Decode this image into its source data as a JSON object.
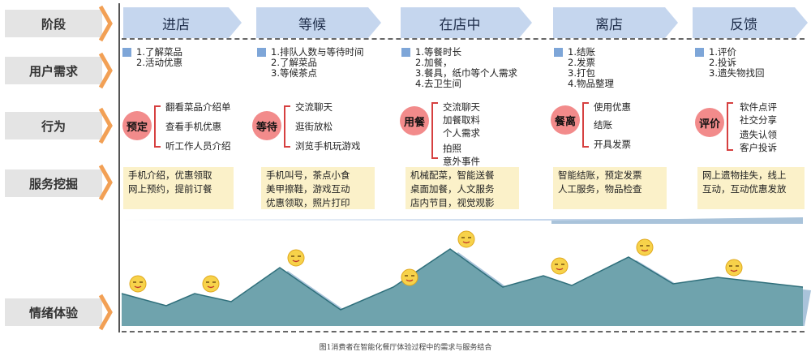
{
  "row_labels": {
    "stage": "阶段",
    "needs": "用户需求",
    "behavior": "行为",
    "service": "服务挖掘",
    "emotion": "情绪体验"
  },
  "stages": [
    "进店",
    "等候",
    "在店中",
    "离店",
    "反馈"
  ],
  "needs": [
    [
      "1.了解菜品",
      "2.活动优惠"
    ],
    [
      "1.排队人数与等待时间",
      "2.了解菜品",
      "3.等候茶点"
    ],
    [
      "1.等餐时长",
      "2.加餐，",
      "3.餐具，纸巾等个人需求",
      "4.去卫生间"
    ],
    [
      "1.结账",
      "2.发票",
      "3.打包",
      "4.物品整理"
    ],
    [
      "1.评价",
      "2.投诉",
      "3.遗失物找回"
    ]
  ],
  "behaviors": [
    {
      "label": "预定",
      "items": [
        "翻看菜品介绍单",
        "查看手机优惠",
        "听工作人员介绍"
      ]
    },
    {
      "label": "等待",
      "items": [
        "交流聊天",
        "逛街放松",
        "浏览手机玩游戏"
      ]
    },
    {
      "label": "用餐",
      "items": [
        "交流聊天",
        "加餐取料",
        "个人需求",
        "拍照",
        "意外事件"
      ]
    },
    {
      "label": "餐离",
      "items": [
        "使用优惠",
        "结账",
        "开具发票"
      ]
    },
    {
      "label": "评价",
      "items": [
        "软件点评",
        "社交分享",
        "遗失认领",
        "客户投诉"
      ]
    }
  ],
  "services": [
    [
      "手机介绍，优惠领取",
      "网上预约，提前订餐"
    ],
    [
      "手机叫号，茶点小食",
      "美甲擦鞋，游戏互动",
      "优惠领取，照片打印"
    ],
    [
      "机械配菜，智能送餐",
      "桌面加餐，人文服务",
      "店内节目，视觉观影"
    ],
    [
      "智能结账，预定发票",
      "人工服务，物品检查"
    ],
    [
      "网上遗物挂失，线上",
      "互动，互动优惠发放"
    ]
  ],
  "emotion_levels": [
    0.3,
    0.15,
    0.3,
    0.2,
    0.62,
    0.1,
    0.38,
    0.85,
    0.38,
    0.52,
    0.4,
    0.75,
    0.42,
    0.5
  ],
  "caption": "图1消费者在智能化餐厅体验过程中的需求与服务结合",
  "colors": {
    "chevron": "#f2a055",
    "stage_arrow": "#c5d6ee",
    "need_square": "#7ea6d8",
    "behavior_circle": "#f28b8b",
    "bracket": "#d64040",
    "service_bg": "#fbf1c9",
    "wave": "#6fa3ad",
    "wave_shadow": "#a9c3da"
  }
}
